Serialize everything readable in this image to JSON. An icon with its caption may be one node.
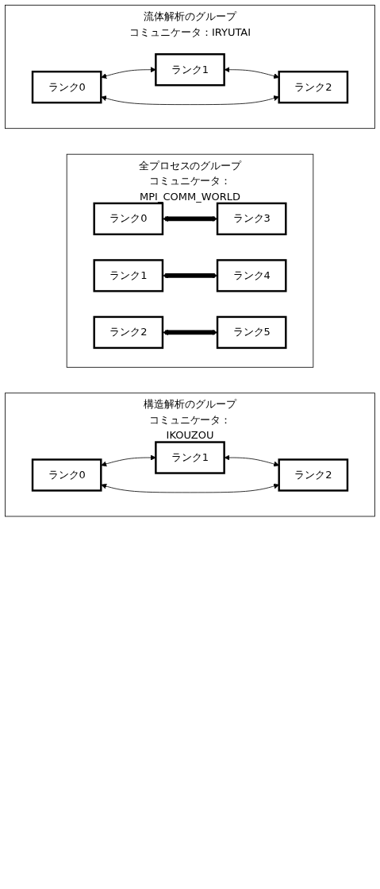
{
  "diagram": {
    "nodes": [
      {
        "text": [
          "構造解析のグループ",
          "コミュニケータ：IKOUZOU"
        ]
      },
      {
        "text": [
          "全プロセスのグループ",
          "コミュニケータ：MPI_COMM_WORLD"
        ]
      },
      {
        "text": [
          "流体解析のグループ",
          "コミュニケータ：IRYUTAI"
        ]
      },
      {
        "text": [
          "ランク0"
        ],
        "in": 0
      },
      {
        "text": [
          "ランク1"
        ],
        "in": 0
      },
      {
        "text": [
          "ランク2"
        ],
        "in": 0
      },
      {
        "text": [
          "ランク0"
        ],
        "in": 1
      },
      {
        "text": [
          "ランク1"
        ],
        "in": 1
      },
      {
        "text": [
          "ランク2"
        ],
        "in": 1
      },
      {
        "text": [
          "ランク3"
        ],
        "in": 1
      },
      {
        "text": [
          "ランク4"
        ],
        "in": 1
      },
      {
        "text": [
          "ランク5"
        ],
        "in": 1
      },
      {
        "text": [
          "ランク0"
        ],
        "in": 2
      },
      {
        "text": [
          "ランク1"
        ],
        "in": 2
      },
      {
        "text": [
          "ランク2"
        ],
        "in": 2
      }
    ],
    "edges": [
      {
        "from": 3,
        "to": 4,
        "arrow": "both"
      },
      {
        "from": 4,
        "to": 5,
        "arrow": "both"
      },
      {
        "from": 3,
        "to": 5,
        "arrow": "both"
      },
      {
        "from": 6,
        "to": 9,
        "arrow": "both",
        "style": "thick"
      },
      {
        "from": 7,
        "to": 10,
        "arrow": "both",
        "style": "thick"
      },
      {
        "from": 8,
        "to": 11,
        "arrow": "both",
        "style": "thick"
      },
      {
        "from": 12,
        "to": 13,
        "arrow": "both"
      },
      {
        "from": 13,
        "to": 14,
        "arrow": "both"
      },
      {
        "from": 12,
        "to": 14,
        "arrow": "both"
      }
    ]
  }
}
